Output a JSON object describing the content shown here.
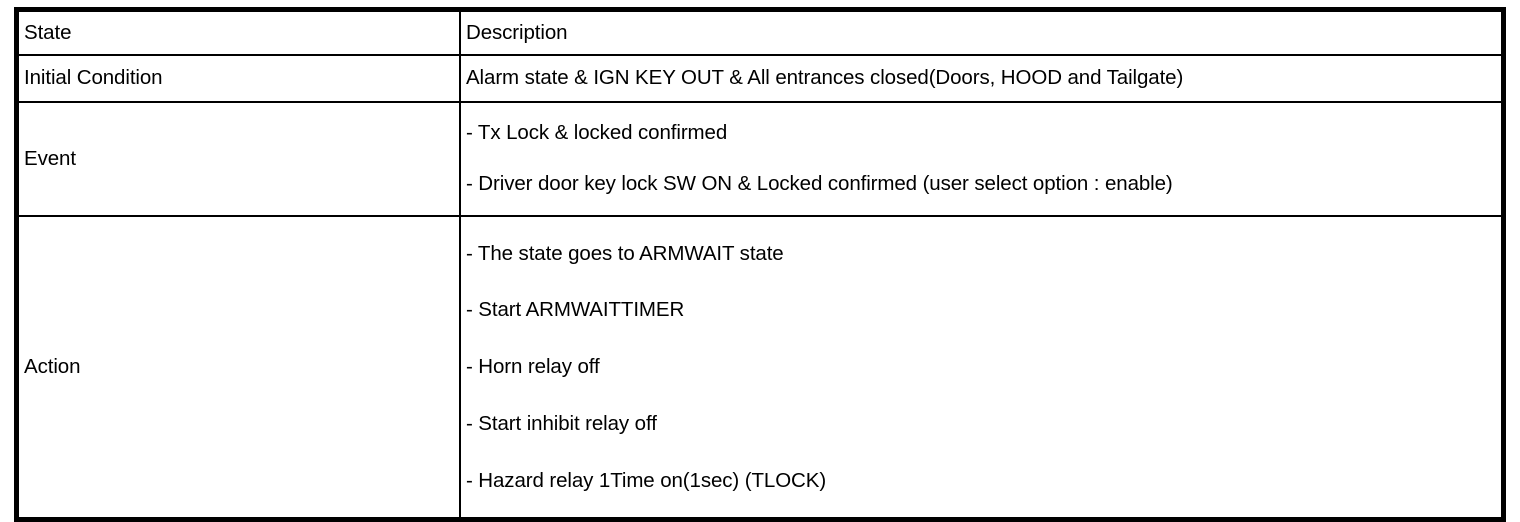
{
  "table": {
    "columns": [
      {
        "key": "state",
        "header": "State"
      },
      {
        "key": "description",
        "header": "Description"
      }
    ],
    "rows": [
      {
        "label": "Initial Condition",
        "lines": [
          "Alarm state & IGN KEY OUT & All entrances closed(Doors, HOOD and Tailgate)"
        ]
      },
      {
        "label": "Event",
        "lines": [
          "-  Tx Lock & locked confirmed",
          "-  Driver door key lock SW ON & Locked confirmed (user select option : enable)"
        ]
      },
      {
        "label": "Action",
        "lines": [
          "-  The state goes to ARMWAIT state",
          "-  Start ARMWAITTIMER",
          "-  Horn relay off",
          "-  Start inhibit relay off",
          "-  Hazard relay 1Time on(1sec) (TLOCK)"
        ]
      }
    ]
  },
  "colors": {
    "border": "#000000",
    "background": "#ffffff",
    "text": "#000000"
  }
}
